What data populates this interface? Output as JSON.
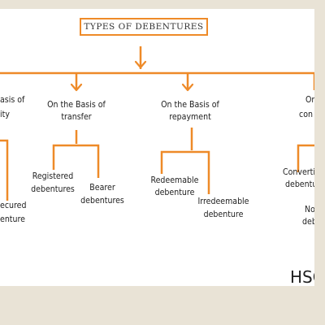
{
  "diagram": {
    "title": "TYPES OF DEBENTURES",
    "accent_color": "#ee8a28",
    "categories": [
      {
        "lines": [
          "asis of",
          "ity"
        ],
        "children": [
          {
            "lines": [
              "ecured",
              "enture"
            ]
          }
        ]
      },
      {
        "lines": [
          "On the Basis of",
          "transfer"
        ],
        "children": [
          {
            "lines": [
              "Registered",
              "debentures"
            ]
          },
          {
            "lines": [
              "Bearer",
              "debentures"
            ]
          }
        ]
      },
      {
        "lines": [
          "On the Basis of",
          "repayment"
        ],
        "children": [
          {
            "lines": [
              "Redeemable",
              "debenture"
            ]
          },
          {
            "lines": [
              "Irredeemable",
              "debenture"
            ]
          }
        ]
      },
      {
        "lines": [
          "On the",
          "con"
        ],
        "children": [
          {
            "lines": [
              "Convertible",
              "debenture"
            ]
          },
          {
            "lines": [
              "Non c",
              "deb"
            ]
          }
        ]
      }
    ],
    "watermark": "HSC.c"
  }
}
